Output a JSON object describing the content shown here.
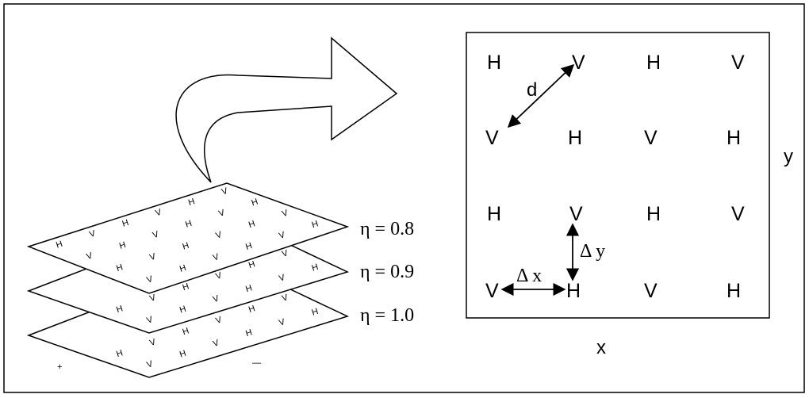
{
  "layers": [
    {
      "label": "η = 0.8"
    },
    {
      "label": "η = 0.9"
    },
    {
      "label": "η = 1.0"
    }
  ],
  "grid": {
    "rows": [
      [
        "H",
        "V",
        "H",
        "V"
      ],
      [
        "V",
        "H",
        "V",
        "H"
      ],
      [
        "H",
        "V",
        "H",
        "V"
      ],
      [
        "V",
        "H",
        "V",
        "H"
      ]
    ],
    "x_axis_label": "x",
    "y_axis_label": "y",
    "diagonal_label": "d",
    "dx_label": "Δ x",
    "dy_label": "Δ y"
  },
  "colors": {
    "stroke": "#000000",
    "background": "#ffffff"
  }
}
